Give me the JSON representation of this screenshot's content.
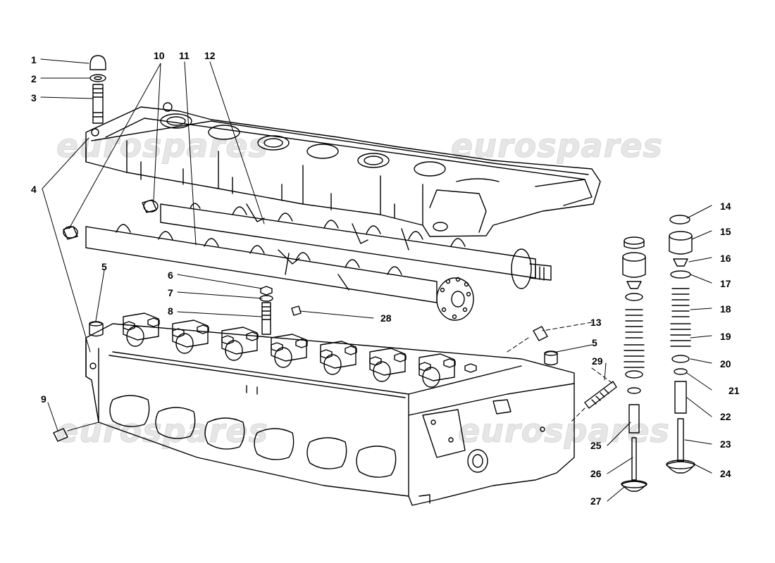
{
  "watermark": {
    "text": "eurospares",
    "color": "#e6e6e6"
  },
  "diagram": {
    "line_color": "#000000",
    "callouts": [
      {
        "id": "1",
        "label": "1"
      },
      {
        "id": "2",
        "label": "2"
      },
      {
        "id": "3",
        "label": "3"
      },
      {
        "id": "4",
        "label": "4"
      },
      {
        "id": "5a",
        "label": "5"
      },
      {
        "id": "5b",
        "label": "5"
      },
      {
        "id": "6",
        "label": "6"
      },
      {
        "id": "7",
        "label": "7"
      },
      {
        "id": "8",
        "label": "8"
      },
      {
        "id": "9",
        "label": "9"
      },
      {
        "id": "10",
        "label": "10"
      },
      {
        "id": "11",
        "label": "11"
      },
      {
        "id": "12",
        "label": "12"
      },
      {
        "id": "13",
        "label": "13"
      },
      {
        "id": "14",
        "label": "14"
      },
      {
        "id": "15",
        "label": "15"
      },
      {
        "id": "16",
        "label": "16"
      },
      {
        "id": "17",
        "label": "17"
      },
      {
        "id": "18",
        "label": "18"
      },
      {
        "id": "19",
        "label": "19"
      },
      {
        "id": "20",
        "label": "20"
      },
      {
        "id": "21",
        "label": "21"
      },
      {
        "id": "22",
        "label": "22"
      },
      {
        "id": "23",
        "label": "23"
      },
      {
        "id": "24",
        "label": "24"
      },
      {
        "id": "25",
        "label": "25"
      },
      {
        "id": "26",
        "label": "26"
      },
      {
        "id": "27",
        "label": "27"
      },
      {
        "id": "28",
        "label": "28"
      },
      {
        "id": "29",
        "label": "29"
      }
    ]
  }
}
